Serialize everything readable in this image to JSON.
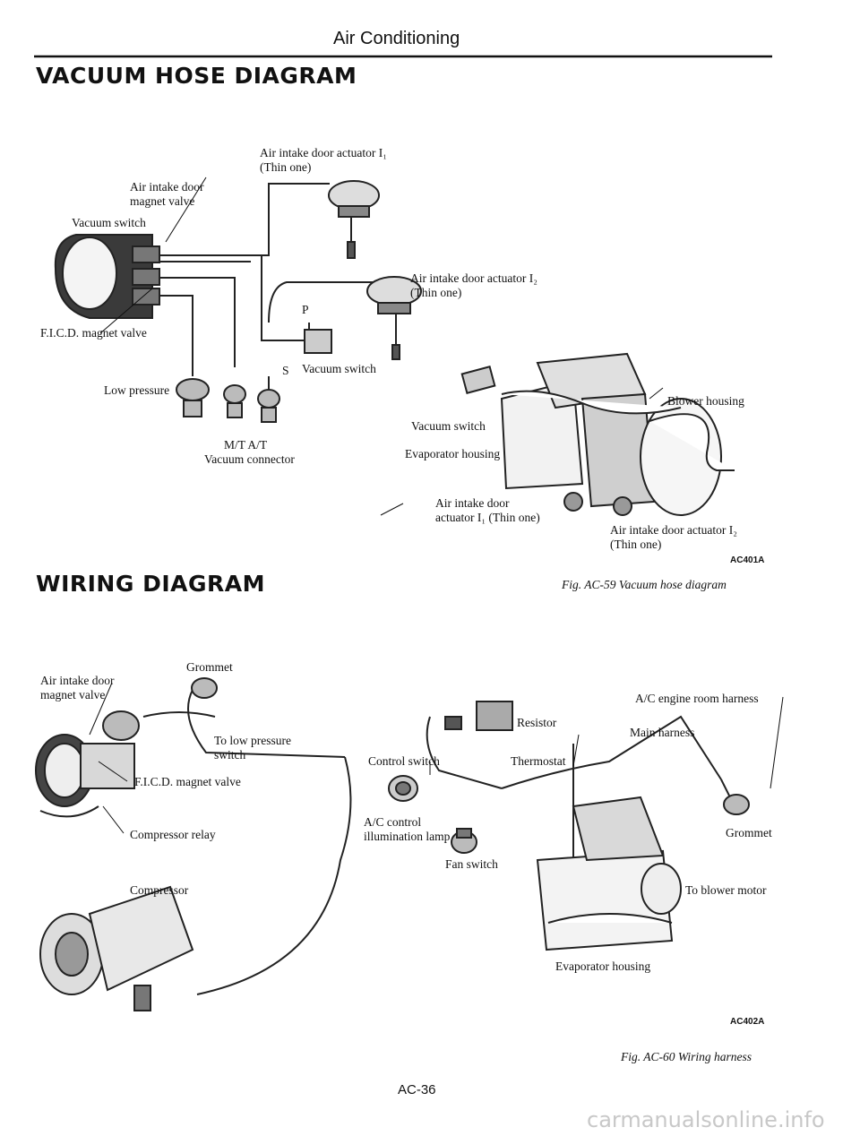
{
  "header": {
    "section_title": "Air Conditioning"
  },
  "vacuum_section": {
    "heading": "VACUUM HOSE DIAGRAM",
    "labels": {
      "actuator_i1_a": "Air intake door actuator I₁",
      "actuator_i1_b": "(Thin one)",
      "magnet_valve_a": "Air intake door",
      "magnet_valve_b": "magnet valve",
      "vacuum_switch_left": "Vacuum switch",
      "fcd_valve": "F.I.C.D. magnet valve",
      "actuator_i2_a": "Air intake door actuator I₂",
      "actuator_i2_b": "(Thin one)",
      "port_p": "P",
      "port_s": "S",
      "vacuum_switch_center": "Vacuum switch",
      "low_pressure": "Low pressure",
      "mt_at": "M/T   A/T",
      "vacuum_connector": "Vacuum connector",
      "blower_housing": "Blower housing",
      "vacuum_switch_right": "Vacuum switch",
      "evaporator_housing": "Evaporator housing",
      "door_actuator_i1_a": "Air intake door",
      "door_actuator_i1_b": "actuator I₁ (Thin one)",
      "door_actuator_i2_a": "Air intake door actuator I₂",
      "door_actuator_i2_b": "(Thin one)"
    },
    "code": "AC401A",
    "caption": "Fig. AC-59  Vacuum hose diagram"
  },
  "wiring_section": {
    "heading": "WIRING DIAGRAM",
    "labels": {
      "magnet_valve_a": "Air intake door",
      "magnet_valve_b": "magnet valve",
      "grommet_top": "Grommet",
      "to_low_pressure_a": "To low pressure",
      "to_low_pressure_b": "switch",
      "fcd_valve": "F.I.C.D. magnet valve",
      "compressor_relay": "Compressor relay",
      "compressor": "Compressor",
      "resistor": "Resistor",
      "control_switch": "Control switch",
      "thermostat": "Thermostat",
      "engine_room_harness": "A/C engine room harness",
      "main_harness": "Main harness",
      "ac_control_a": "A/C control",
      "ac_control_b": "illumination lamp",
      "fan_switch": "Fan switch",
      "grommet_right": "Grommet",
      "to_blower_motor": "To blower motor",
      "evaporator_housing": "Evaporator housing"
    },
    "code": "AC402A",
    "caption": "Fig. AC-60  Wiring harness"
  },
  "footer": {
    "page_number": "AC-36"
  },
  "watermark": "carmanualsonline.info"
}
